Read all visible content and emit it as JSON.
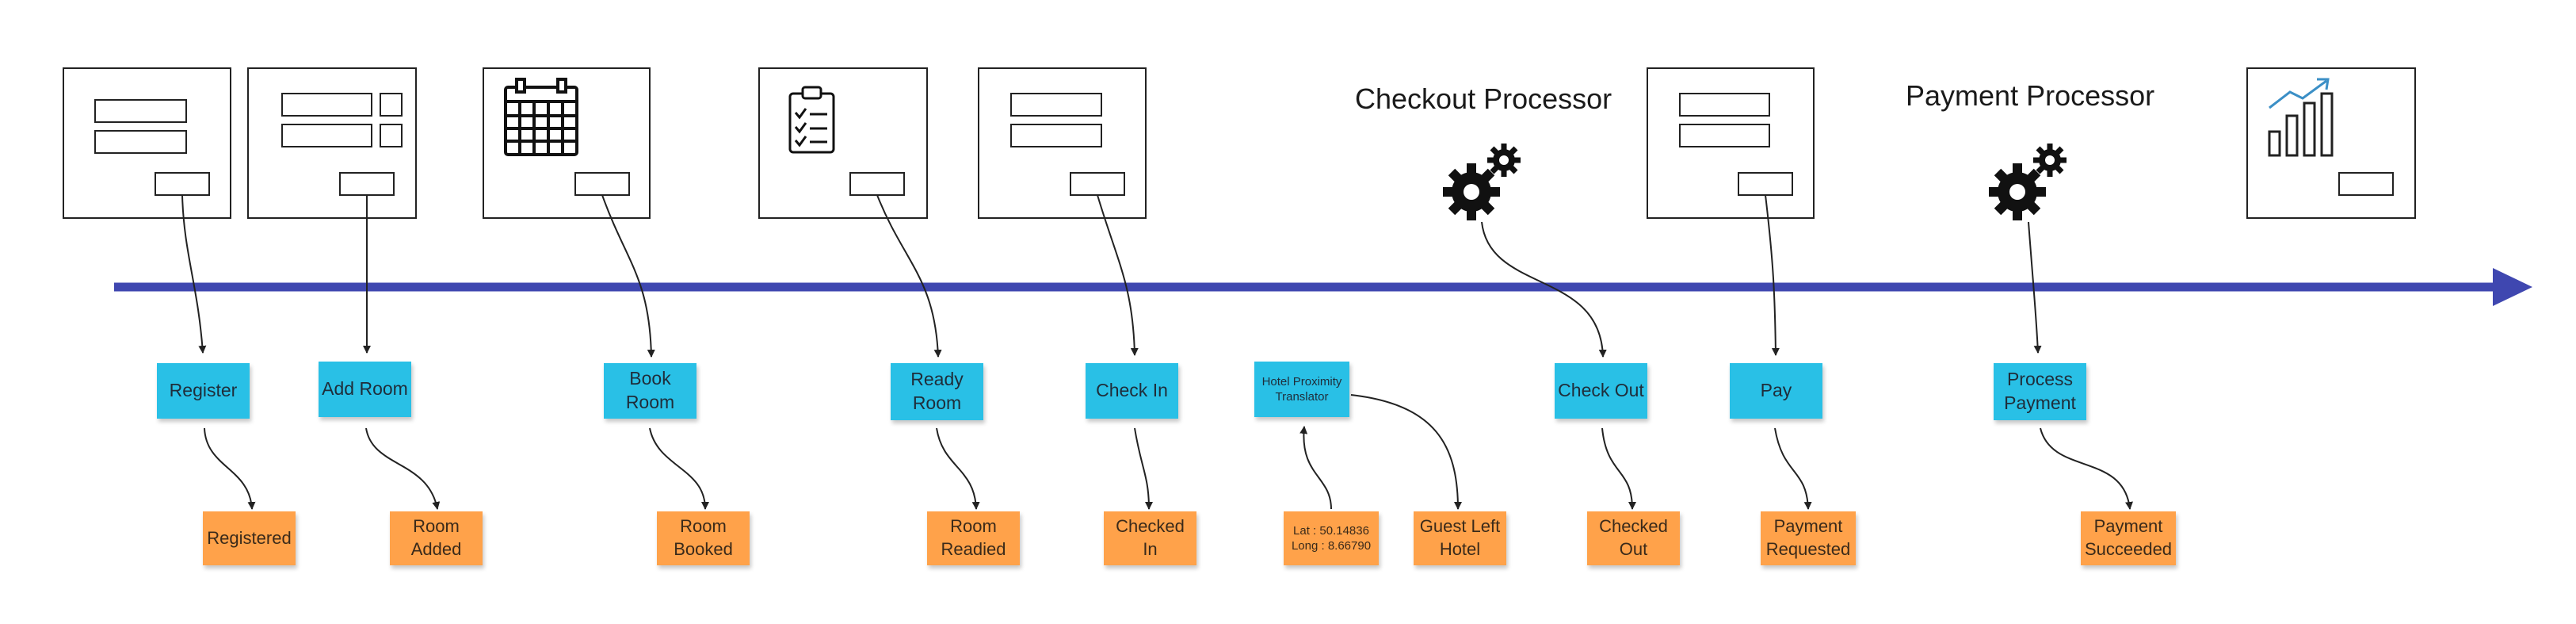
{
  "headings": {
    "checkout_processor": "Checkout Processor",
    "payment_processor": "Payment Processor"
  },
  "commands": {
    "register": "Register",
    "add_room": "Add Room",
    "book_room": "Book Room",
    "ready_room": "Ready\nRoom",
    "check_in": "Check In",
    "hotel_proximity_translator": "Hotel Proximity\nTranslator",
    "check_out": "Check Out",
    "pay": "Pay",
    "process_payment": "Process\nPayment"
  },
  "events": {
    "registered": "Registered",
    "room_added": "Room\nAdded",
    "room_booked": "Room\nBooked",
    "room_readied": "Room\nReadied",
    "checked_in": "Checked In",
    "location": "Lat : 50.14836\nLong : 8.66790",
    "guest_left_hotel": "Guest Left\nHotel",
    "checked_out": "Checked\nOut",
    "payment_requested": "Payment\nRequested",
    "payment_succeeded": "Payment\nSucceeded"
  },
  "icons": {
    "screen": "form-wireframe-icon",
    "calendar": "calendar-icon",
    "clipboard": "clipboard-checklist-icon",
    "gears": "gears-icon",
    "chart": "bar-chart-icon"
  },
  "colors": {
    "timeline": "#3f47b0",
    "command": "#29c0e6",
    "event": "#ffa24a",
    "chart_accent": "#3b8fc6"
  }
}
